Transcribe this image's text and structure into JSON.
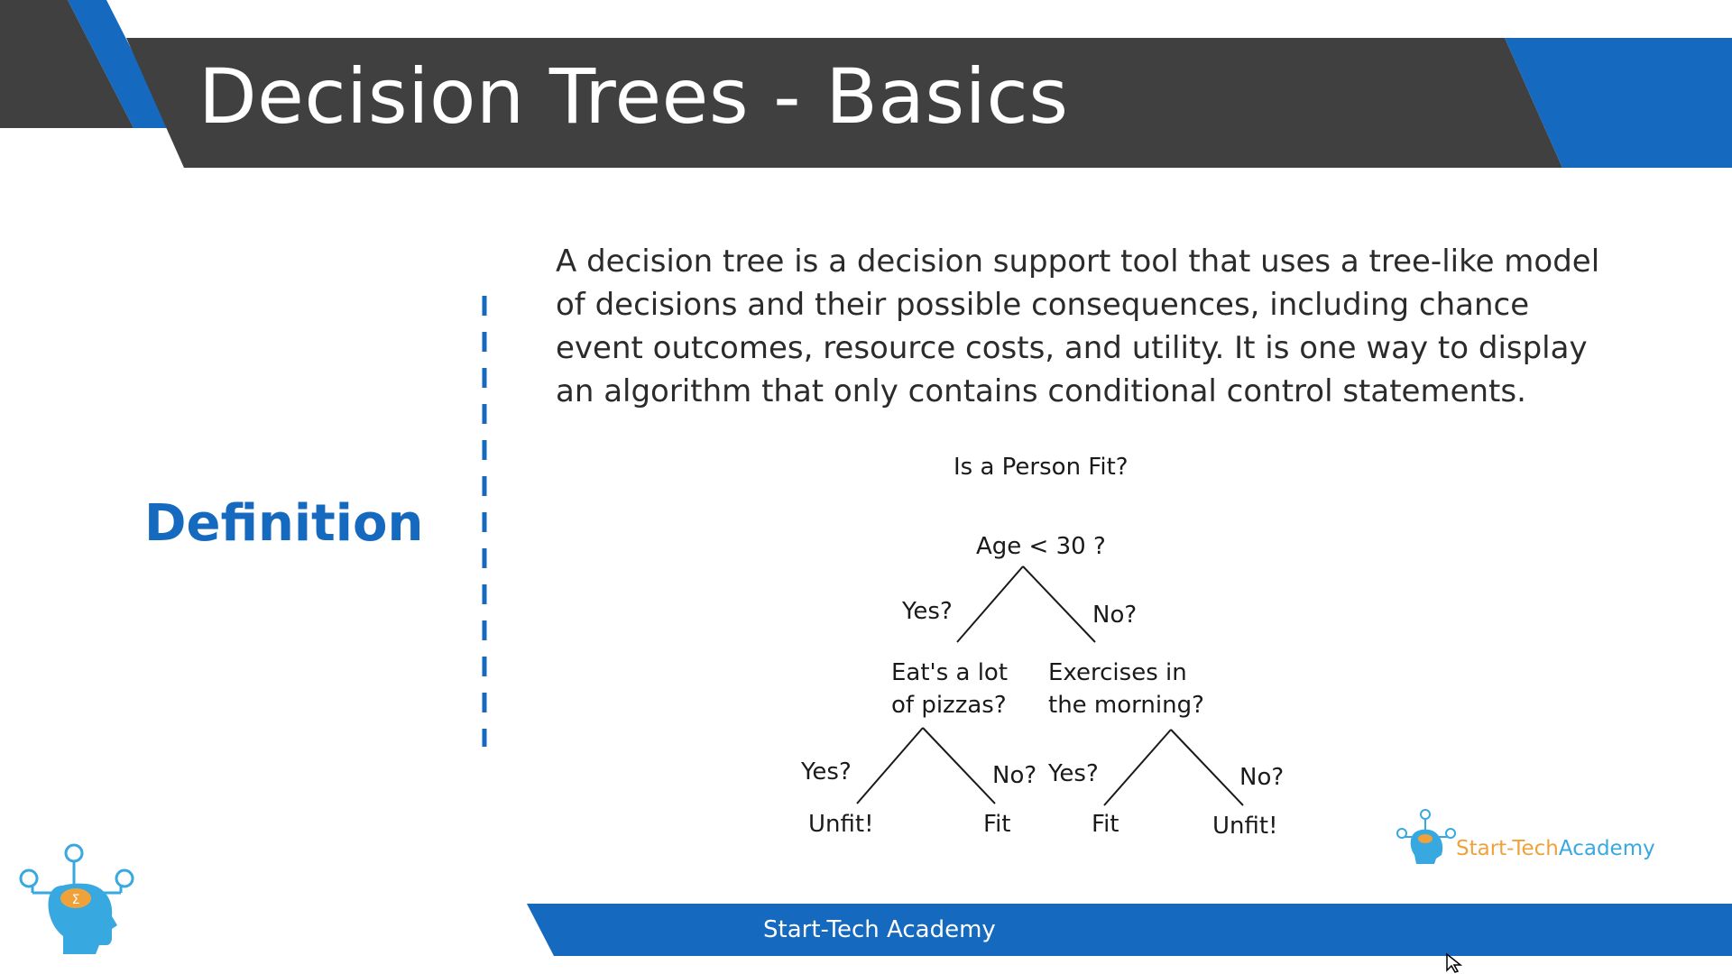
{
  "slide": {
    "title": "Decision Trees - Basics",
    "section_label": "Definition",
    "definition": "A decision tree is a decision support tool that uses a tree-like model of decisions and their possible consequences, including chance event outcomes, resource costs, and utility. It is one way to display an algorithm that only contains conditional control statements.",
    "footer": "Start-Tech Academy"
  },
  "tree": {
    "question": "Is a Person Fit?",
    "root": "Age < 30 ?",
    "root_yes": "Yes?",
    "root_no": "No?",
    "left_question_line1": "Eat's a lot",
    "left_question_line2": "of pizzas?",
    "right_question_line1": "Exercises in",
    "right_question_line2": "the morning?",
    "left_yes": "Yes?",
    "left_no": "No?",
    "right_yes": "Yes?",
    "right_no": "No?",
    "leaf_1": "Unfit!",
    "leaf_2": "Fit",
    "leaf_3": "Fit",
    "leaf_4": "Unfit!"
  },
  "logo": {
    "part1": "Start-Tech",
    "part2": "Academy"
  },
  "colors": {
    "header_dark": "#404040",
    "accent_blue": "#1569be",
    "logo_orange": "#f0a23a",
    "logo_blue": "#38a8e0"
  }
}
